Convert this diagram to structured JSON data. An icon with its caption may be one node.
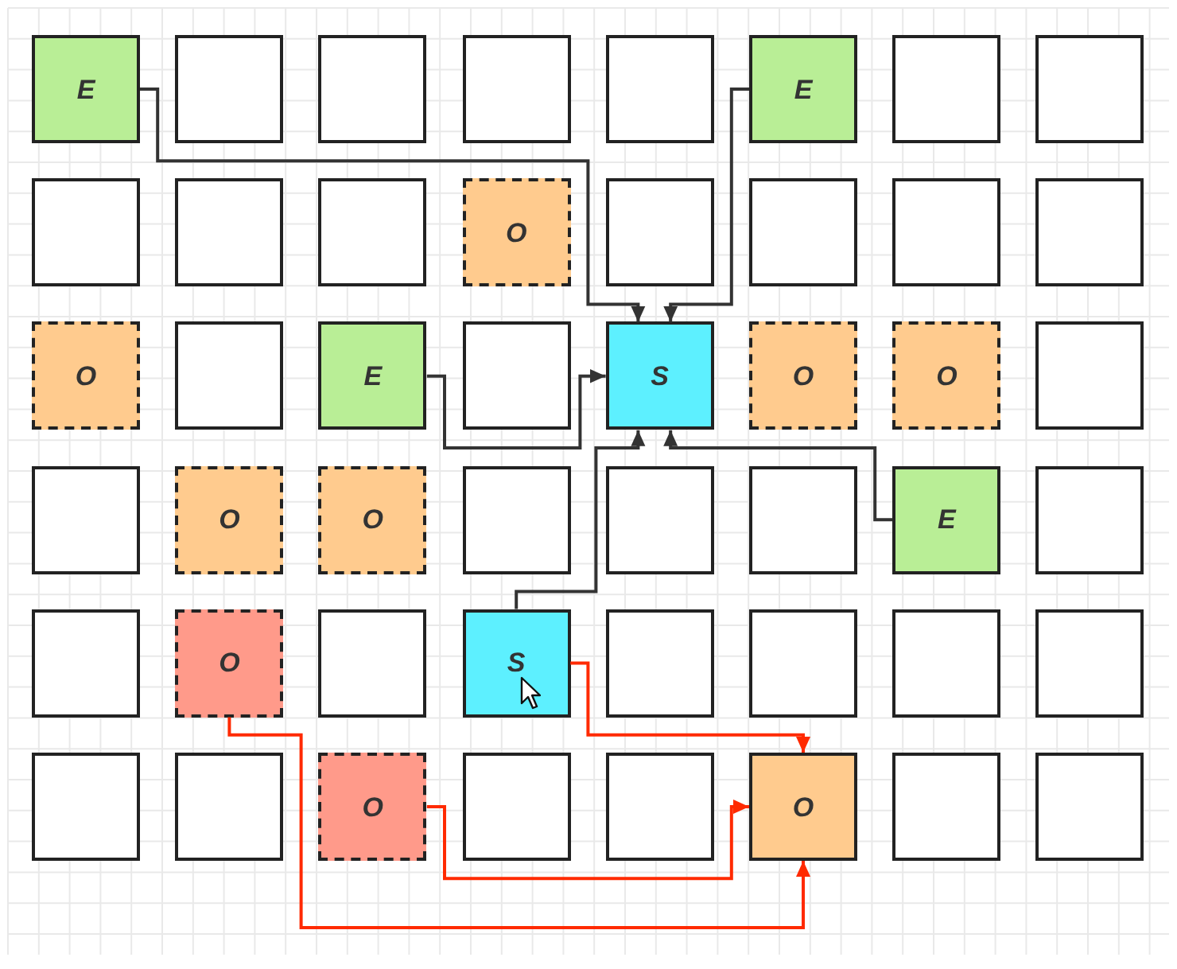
{
  "diagram": {
    "nodes": [
      {
        "text": [
          "E"
        ]
      },
      {
        "text": [],
        "shape": "box"
      },
      {
        "text": [],
        "shape": "box"
      },
      {
        "text": [],
        "shape": "box"
      },
      {
        "text": [],
        "shape": "box"
      },
      {
        "text": [
          "E"
        ]
      },
      {
        "text": [],
        "shape": "box"
      },
      {
        "text": [],
        "shape": "box"
      },
      {
        "text": [],
        "shape": "box"
      },
      {
        "text": [],
        "shape": "box"
      },
      {
        "text": [],
        "shape": "box"
      },
      {
        "text": [
          "O"
        ]
      },
      {
        "text": [],
        "shape": "box"
      },
      {
        "text": [],
        "shape": "box"
      },
      {
        "text": [],
        "shape": "box"
      },
      {
        "text": [],
        "shape": "box"
      },
      {
        "text": [
          "O"
        ]
      },
      {
        "text": [],
        "shape": "box"
      },
      {
        "text": [
          "E"
        ]
      },
      {
        "text": [],
        "shape": "box"
      },
      {
        "text": [
          "S"
        ]
      },
      {
        "text": [
          "O"
        ]
      },
      {
        "text": [
          "O"
        ]
      },
      {
        "text": [],
        "shape": "box"
      },
      {
        "text": [],
        "shape": "box"
      },
      {
        "text": [
          "O"
        ]
      },
      {
        "text": [
          "O"
        ]
      },
      {
        "text": [],
        "shape": "box"
      },
      {
        "text": [],
        "shape": "box"
      },
      {
        "text": [],
        "shape": "box"
      },
      {
        "text": [
          "E"
        ]
      },
      {
        "text": [],
        "shape": "box"
      },
      {
        "text": [],
        "shape": "box"
      },
      {
        "text": [
          "O"
        ]
      },
      {
        "text": [],
        "shape": "box"
      },
      {
        "text": [
          "S"
        ]
      },
      {
        "text": [],
        "shape": "box"
      },
      {
        "text": [],
        "shape": "box"
      },
      {
        "text": [],
        "shape": "box"
      },
      {
        "text": [],
        "shape": "box"
      },
      {
        "text": [],
        "shape": "box"
      },
      {
        "text": [],
        "shape": "box"
      },
      {
        "text": [
          "O"
        ]
      },
      {
        "text": [],
        "shape": "box"
      },
      {
        "text": [],
        "shape": "box"
      },
      {
        "text": [
          "O"
        ]
      },
      {
        "text": [],
        "shape": "box"
      },
      {
        "text": [],
        "shape": "box"
      }
    ],
    "edges": [
      {
        "from": 0,
        "to": 20,
        "arrow": "to"
      },
      {
        "from": 5,
        "to": 20,
        "arrow": "to"
      },
      {
        "from": 18,
        "to": 20,
        "arrow": "to"
      },
      {
        "from": 35,
        "to": 20,
        "arrow": "to"
      },
      {
        "from": 30,
        "to": 20,
        "arrow": "to"
      },
      {
        "from": 35,
        "to": 45,
        "arrow": "to",
        "color": "#ff2a00"
      },
      {
        "from": 42,
        "to": 45,
        "arrow": "to",
        "color": "#ff2a00"
      },
      {
        "from": 33,
        "to": 45,
        "arrow": "to",
        "color": "#ff2a00"
      }
    ]
  }
}
